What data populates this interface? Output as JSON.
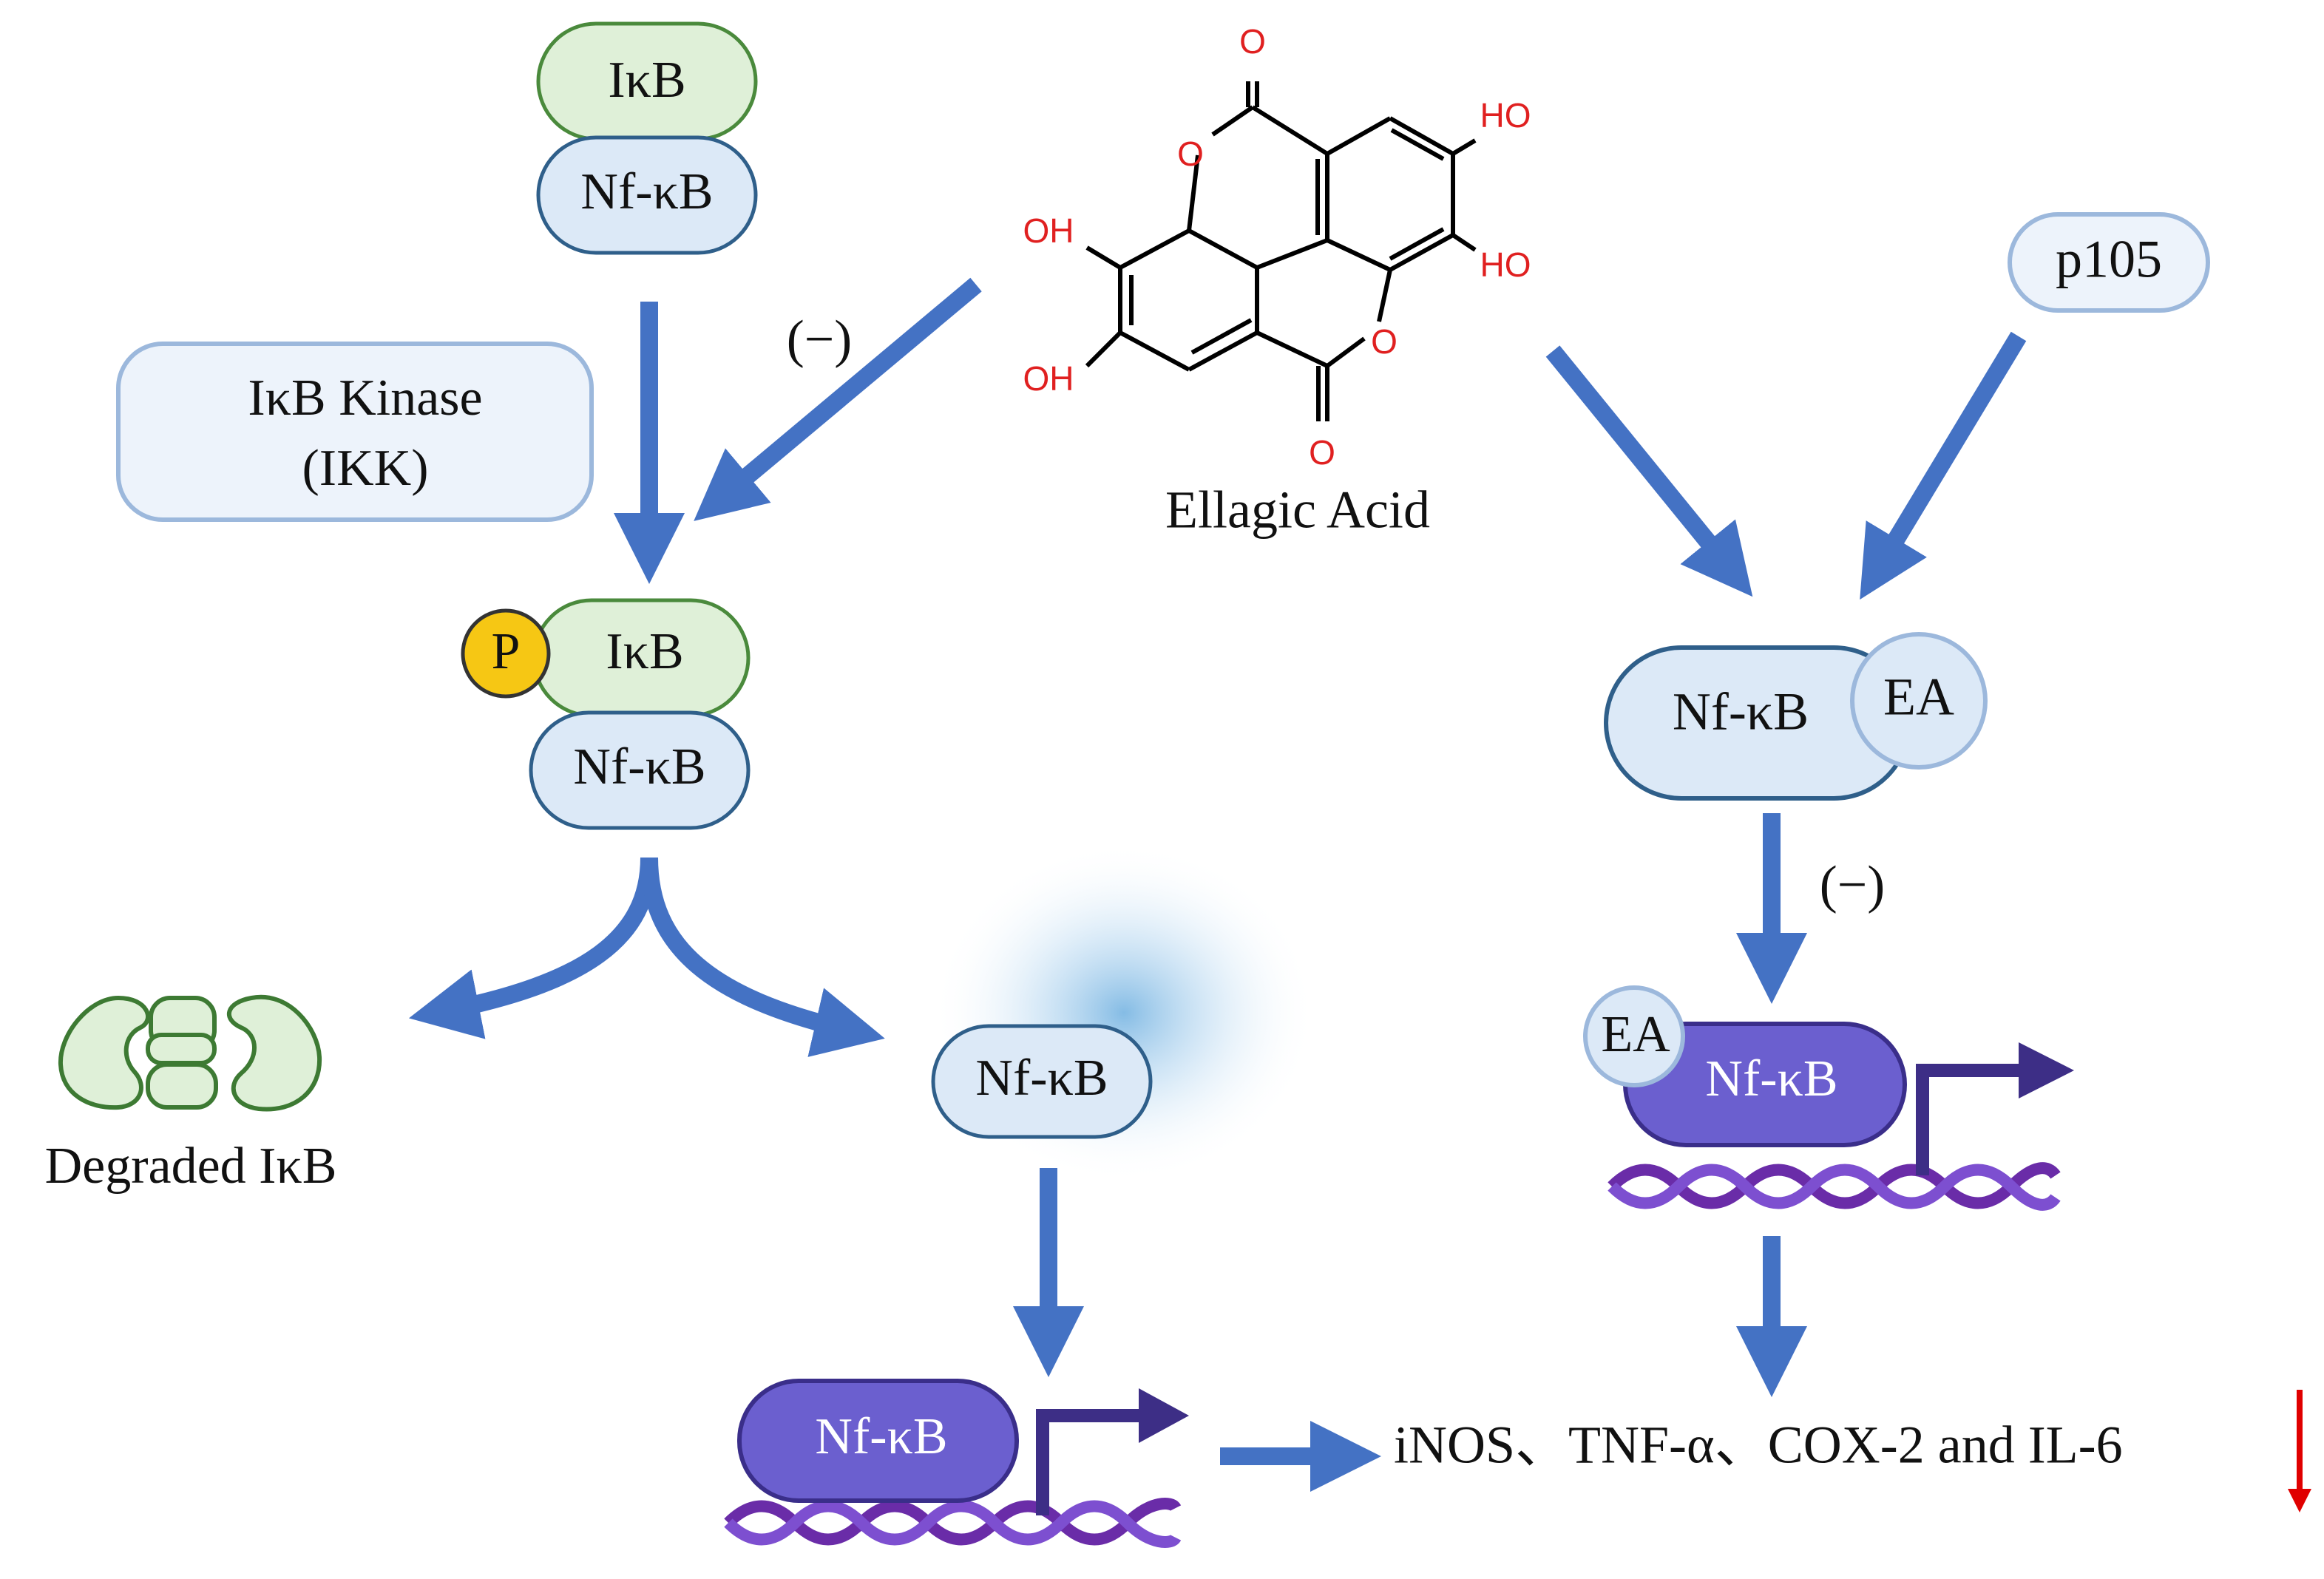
{
  "colors": {
    "arrow": "#4472c4",
    "green_fill": "#dff0d8",
    "green_stroke": "#4a8a3c",
    "blue_fill": "#dce9f7",
    "blue_stroke": "#2f5f8a",
    "light_box_fill": "#edf3fb",
    "light_box_stroke": "#9cb8dc",
    "purple_fill": "#6b5fcf",
    "purple_stroke": "#3a2e8a",
    "dna_strand_a": "#6a2ca8",
    "dna_strand_b": "#7d4fd0",
    "dark_arrow": "#3d2e86",
    "phosphate_fill": "#f6c714",
    "molecule_red": "#e02020",
    "down_arrow": "#e00000"
  },
  "left_pathway": {
    "ikb_label": "IκB",
    "nfkb_label": "Nf-κB",
    "ikk_line1": "IκB Kinase",
    "ikk_line2": "(IKK)",
    "phospho_label": "P",
    "phospho_ikb_label": "IκB",
    "phospho_nfkb_label": "Nf-κB",
    "degraded_label": "Degraded IκB",
    "free_nfkb_label": "Nf-κB",
    "bound_nfkb_label": "Nf-κB"
  },
  "center": {
    "inhibit_left": "(−)",
    "molecule_name": "Ellagic Acid",
    "atoms": {
      "o_top": "O",
      "o_ring_left": "O",
      "ho_right_top": "HO",
      "oh_left_top": "OH",
      "ho_right_bottom": "HO",
      "o_ring_right": "O",
      "oh_left_bottom": "OH",
      "o_bottom": "O"
    }
  },
  "right_pathway": {
    "p105_label": "p105",
    "complex_nfkb_label": "Nf-κB",
    "complex_ea_label": "EA",
    "inhibit_right": "(−)",
    "dna_ea_label": "EA",
    "dna_nfkb_label": "Nf-κB"
  },
  "output": {
    "genes_label": "iNOS、TNF-α、COX-2 and IL-6"
  }
}
